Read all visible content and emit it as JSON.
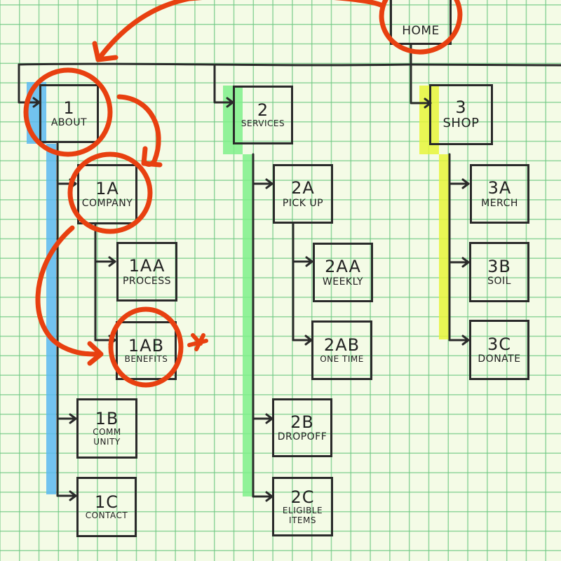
{
  "diagram": {
    "type": "sitemap",
    "root": {
      "id": "home",
      "label": "Home"
    },
    "sections": [
      {
        "number": "1",
        "label": "About",
        "highlight": "#5ab8f0",
        "children": [
          {
            "number": "1A",
            "label": "Company",
            "children": [
              {
                "number": "1AA",
                "label": "Process"
              },
              {
                "number": "1AB",
                "label": "Benefits"
              }
            ]
          },
          {
            "number": "1B",
            "label": "Comm\nunity"
          },
          {
            "number": "1C",
            "label": "Contact"
          }
        ]
      },
      {
        "number": "2",
        "label": "Services",
        "highlight": "#7ff08a",
        "children": [
          {
            "number": "2A",
            "label": "Pick up",
            "children": [
              {
                "number": "2AA",
                "label": "Weekly"
              },
              {
                "number": "2AB",
                "label": "One Time"
              }
            ]
          },
          {
            "number": "2B",
            "label": "Dropoff"
          },
          {
            "number": "2C",
            "label": "Eligible\nItems"
          }
        ]
      },
      {
        "number": "3",
        "label": "Shop",
        "highlight": "#e6f53a",
        "children": [
          {
            "number": "3A",
            "label": "Merch"
          },
          {
            "number": "3B",
            "label": "Soil"
          },
          {
            "number": "3C",
            "label": "Donate"
          }
        ]
      }
    ],
    "annotations": {
      "user_flow_path": [
        "Home",
        "1 About",
        "1A Company",
        "1AB Benefits"
      ],
      "marker": "*",
      "marker_target": "1AB Benefits",
      "annotation_color": "#e84010"
    }
  }
}
